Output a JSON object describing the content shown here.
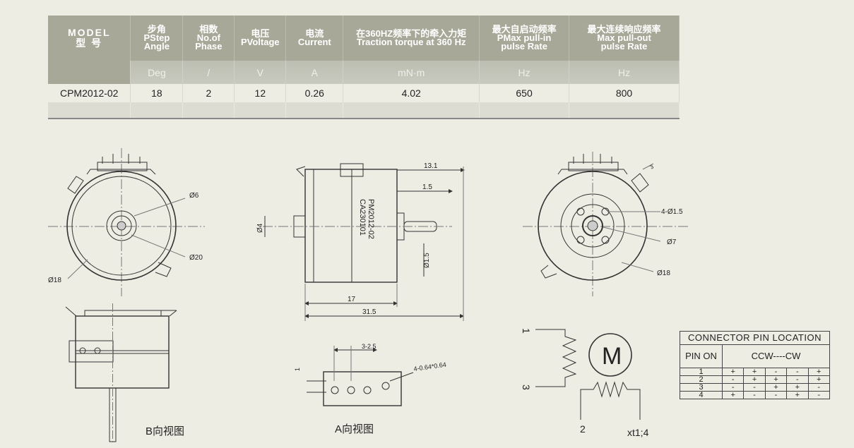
{
  "spec_table": {
    "header": [
      {
        "cn": "",
        "en1": "MODEL",
        "en2": "型 号"
      },
      {
        "cn": "步角",
        "en1": "PStep",
        "en2": "Angle"
      },
      {
        "cn": "相数",
        "en1": "No.of",
        "en2": "Phase"
      },
      {
        "cn": "电压",
        "en1": "PVoltage",
        "en2": ""
      },
      {
        "cn": "电流",
        "en1": "Current",
        "en2": ""
      },
      {
        "cn": "在360HZ频率下的牵入力矩",
        "en1": "Traction torque at 360 Hz",
        "en2": ""
      },
      {
        "cn": "最大自启动频率",
        "en1": "PMax pull-in",
        "en2": "pulse Rate"
      },
      {
        "cn": "最大连续响应频率",
        "en1": "Max pull-out",
        "en2": "pulse Rate"
      }
    ],
    "units": [
      "",
      "Deg",
      "/",
      "V",
      "A",
      "mN·m",
      "Hz",
      "Hz"
    ],
    "row": [
      "CPM2012-02",
      "18",
      "2",
      "12",
      "0.26",
      "4.02",
      "650",
      "800"
    ]
  },
  "drawing": {
    "front_dims": {
      "d6": "Ø6",
      "d20": "Ø20",
      "d18": "Ø18"
    },
    "side_dims": {
      "d131": "13.1",
      "d15": "1.5",
      "d4": "Ø4",
      "d15b": "Ø1.5",
      "d17": "17",
      "d315": "31.5",
      "label1": "PM2012-02",
      "label2": "CA230101"
    },
    "rear_dims": {
      "d3": "3",
      "d415": "4-Ø1.5",
      "d7": "Ø7",
      "d18": "Ø18"
    },
    "conn_dims": {
      "d325": "3-2.5",
      "d064": "4-0.64*0.64",
      "d1": "1"
    },
    "captions": {
      "b_view": "B向视图",
      "a_view": "A向视图"
    },
    "schematic": {
      "motor": "M",
      "n1": "1",
      "n3": "3",
      "n2": "2",
      "n4": "xt1;4"
    }
  },
  "connector_table": {
    "title": "CONNECTOR PIN LOCATION",
    "pin_header": "PIN ON",
    "dir_header": "CCW----CW",
    "rows": [
      {
        "pin": "1",
        "v": [
          "+",
          "+",
          "-",
          "-",
          "+"
        ]
      },
      {
        "pin": "2",
        "v": [
          "-",
          "+",
          "+",
          "-",
          "+"
        ]
      },
      {
        "pin": "3",
        "v": [
          "-",
          "-",
          "+",
          "+",
          "-"
        ]
      },
      {
        "pin": "4",
        "v": [
          "+",
          "-",
          "-",
          "+",
          "-"
        ]
      }
    ]
  }
}
